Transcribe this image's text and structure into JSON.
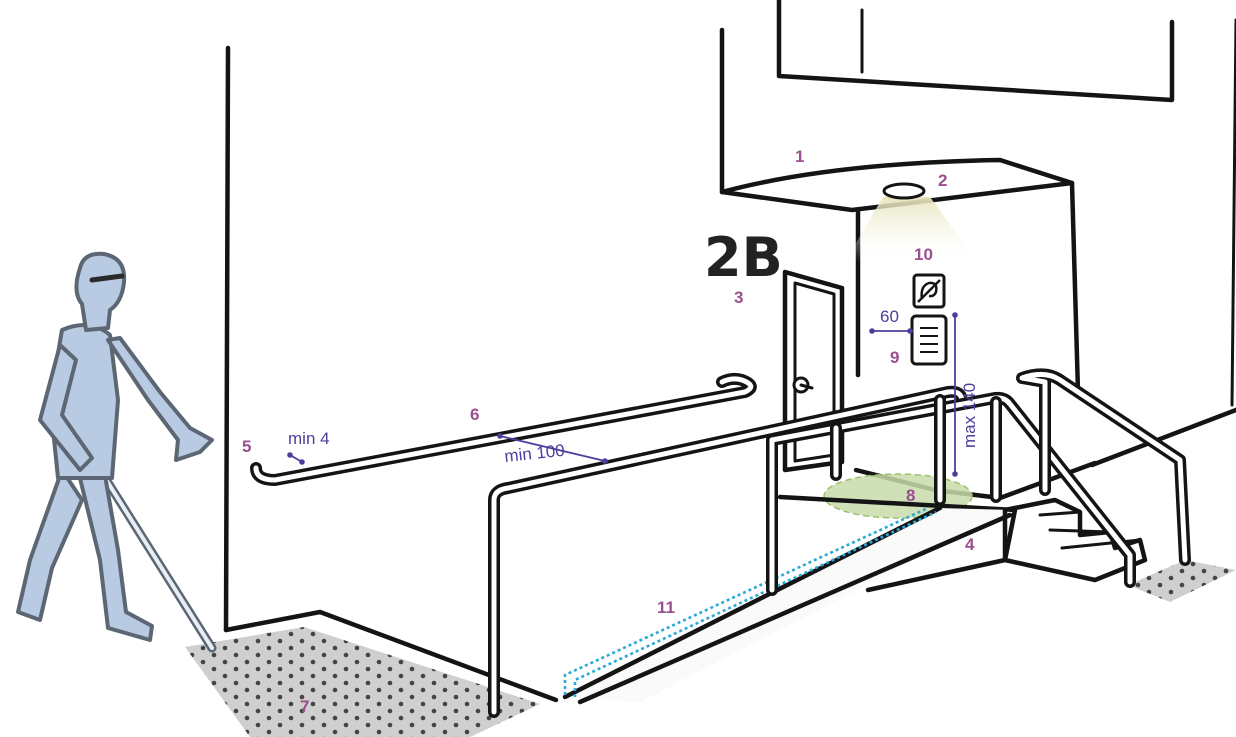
{
  "building": {
    "sign_text": "2B"
  },
  "labels": {
    "l1": "1",
    "l2": "2",
    "l3": "3",
    "l4": "4",
    "l5": "5",
    "l6": "6",
    "l7": "7",
    "l8": "8",
    "l9": "9",
    "l10": "10",
    "l11": "11"
  },
  "dimensions": {
    "rail_end": "min 4",
    "rail_extension": "min 100",
    "intercom_offset": "60",
    "intercom_height": "max 140"
  },
  "colors": {
    "label": "#9a4f8f",
    "dimension": "#4a3f9c",
    "tactile_dots": "#444444",
    "tactile_bg": "#cfcfcf",
    "guide_line": "#29a9d8",
    "turning_circle": "#c9dcaa",
    "light_cone": "#efeed2",
    "person_fill": "#b9cbe2"
  },
  "icons": [
    "hearing-loop-icon",
    "intercom-panel-icon",
    "ceiling-lamp-icon",
    "door-handle-icon"
  ]
}
